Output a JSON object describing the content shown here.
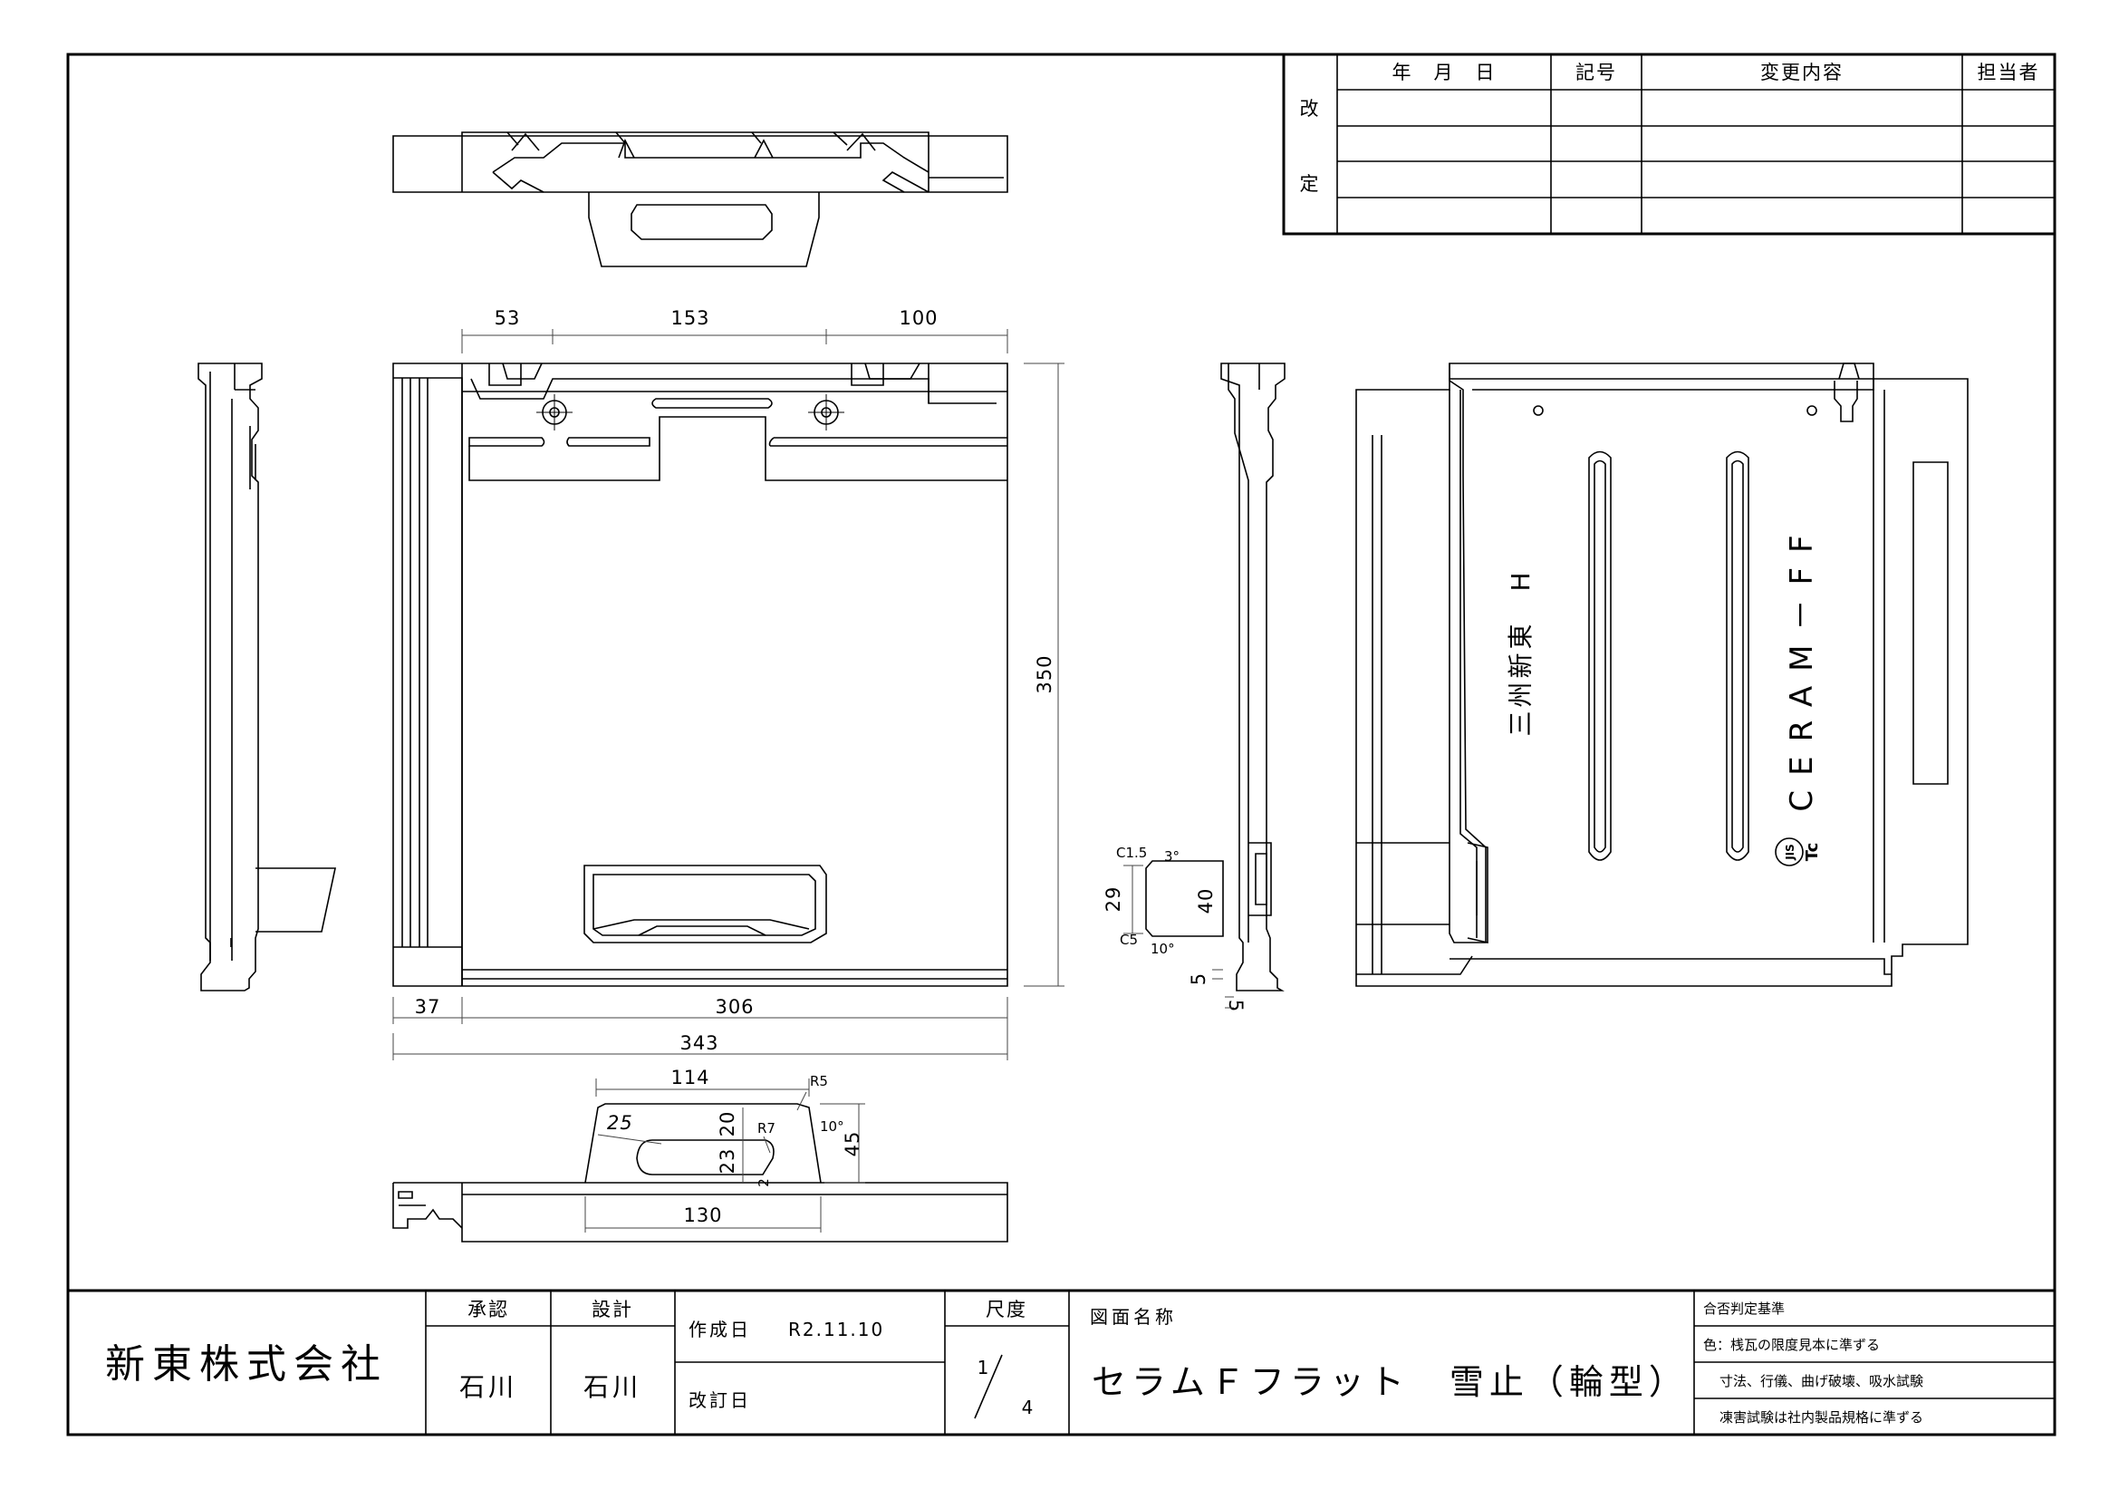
{
  "revision_table": {
    "side_label_1": "改",
    "side_label_2": "定",
    "headers": [
      "年　月　日",
      "記号",
      "変更内容",
      "担当者"
    ]
  },
  "dimensions": {
    "top_53": "53",
    "top_153": "153",
    "top_100": "100",
    "height_350": "350",
    "bottom_37": "37",
    "bottom_306": "306",
    "bottom_343": "343",
    "snow_114": "114",
    "snow_r5": "R5",
    "snow_25": "25",
    "snow_20": "20",
    "snow_r7": "R7",
    "snow_10deg": "10°",
    "snow_45": "45",
    "snow_23": "23",
    "snow_2": "2",
    "snow_130": "130",
    "side_c15": "C1.5",
    "side_3deg": "3°",
    "side_29": "29",
    "side_40": "40",
    "side_c5": "C5",
    "side_10deg": "10°",
    "side_5a": "5",
    "side_5b": "5"
  },
  "back_view": {
    "stamp": "三州新東　H",
    "brand": "CERAM－FF",
    "jis_mark": "JIS",
    "tc_mark": "Tc"
  },
  "title_block": {
    "company": "新東株式会社",
    "approve_label": "承認",
    "approve_name": "石川",
    "design_label": "設計",
    "design_name": "石川",
    "created_label": "作成日",
    "created_date": "R2.11.10",
    "revised_label": "改訂日",
    "scale_label": "尺度",
    "scale_num": "1",
    "scale_den": "4",
    "drawing_name_label": "図面名称",
    "drawing_name": "セラムＦフラット　雪止（輪型）",
    "criteria_label": "合否判定基準",
    "criteria_1": "色：桟瓦の限度見本に準ずる",
    "criteria_2": "寸法、行儀、曲げ破壊、吸水試験",
    "criteria_3": "凍害試験は社内製品規格に準ずる"
  }
}
